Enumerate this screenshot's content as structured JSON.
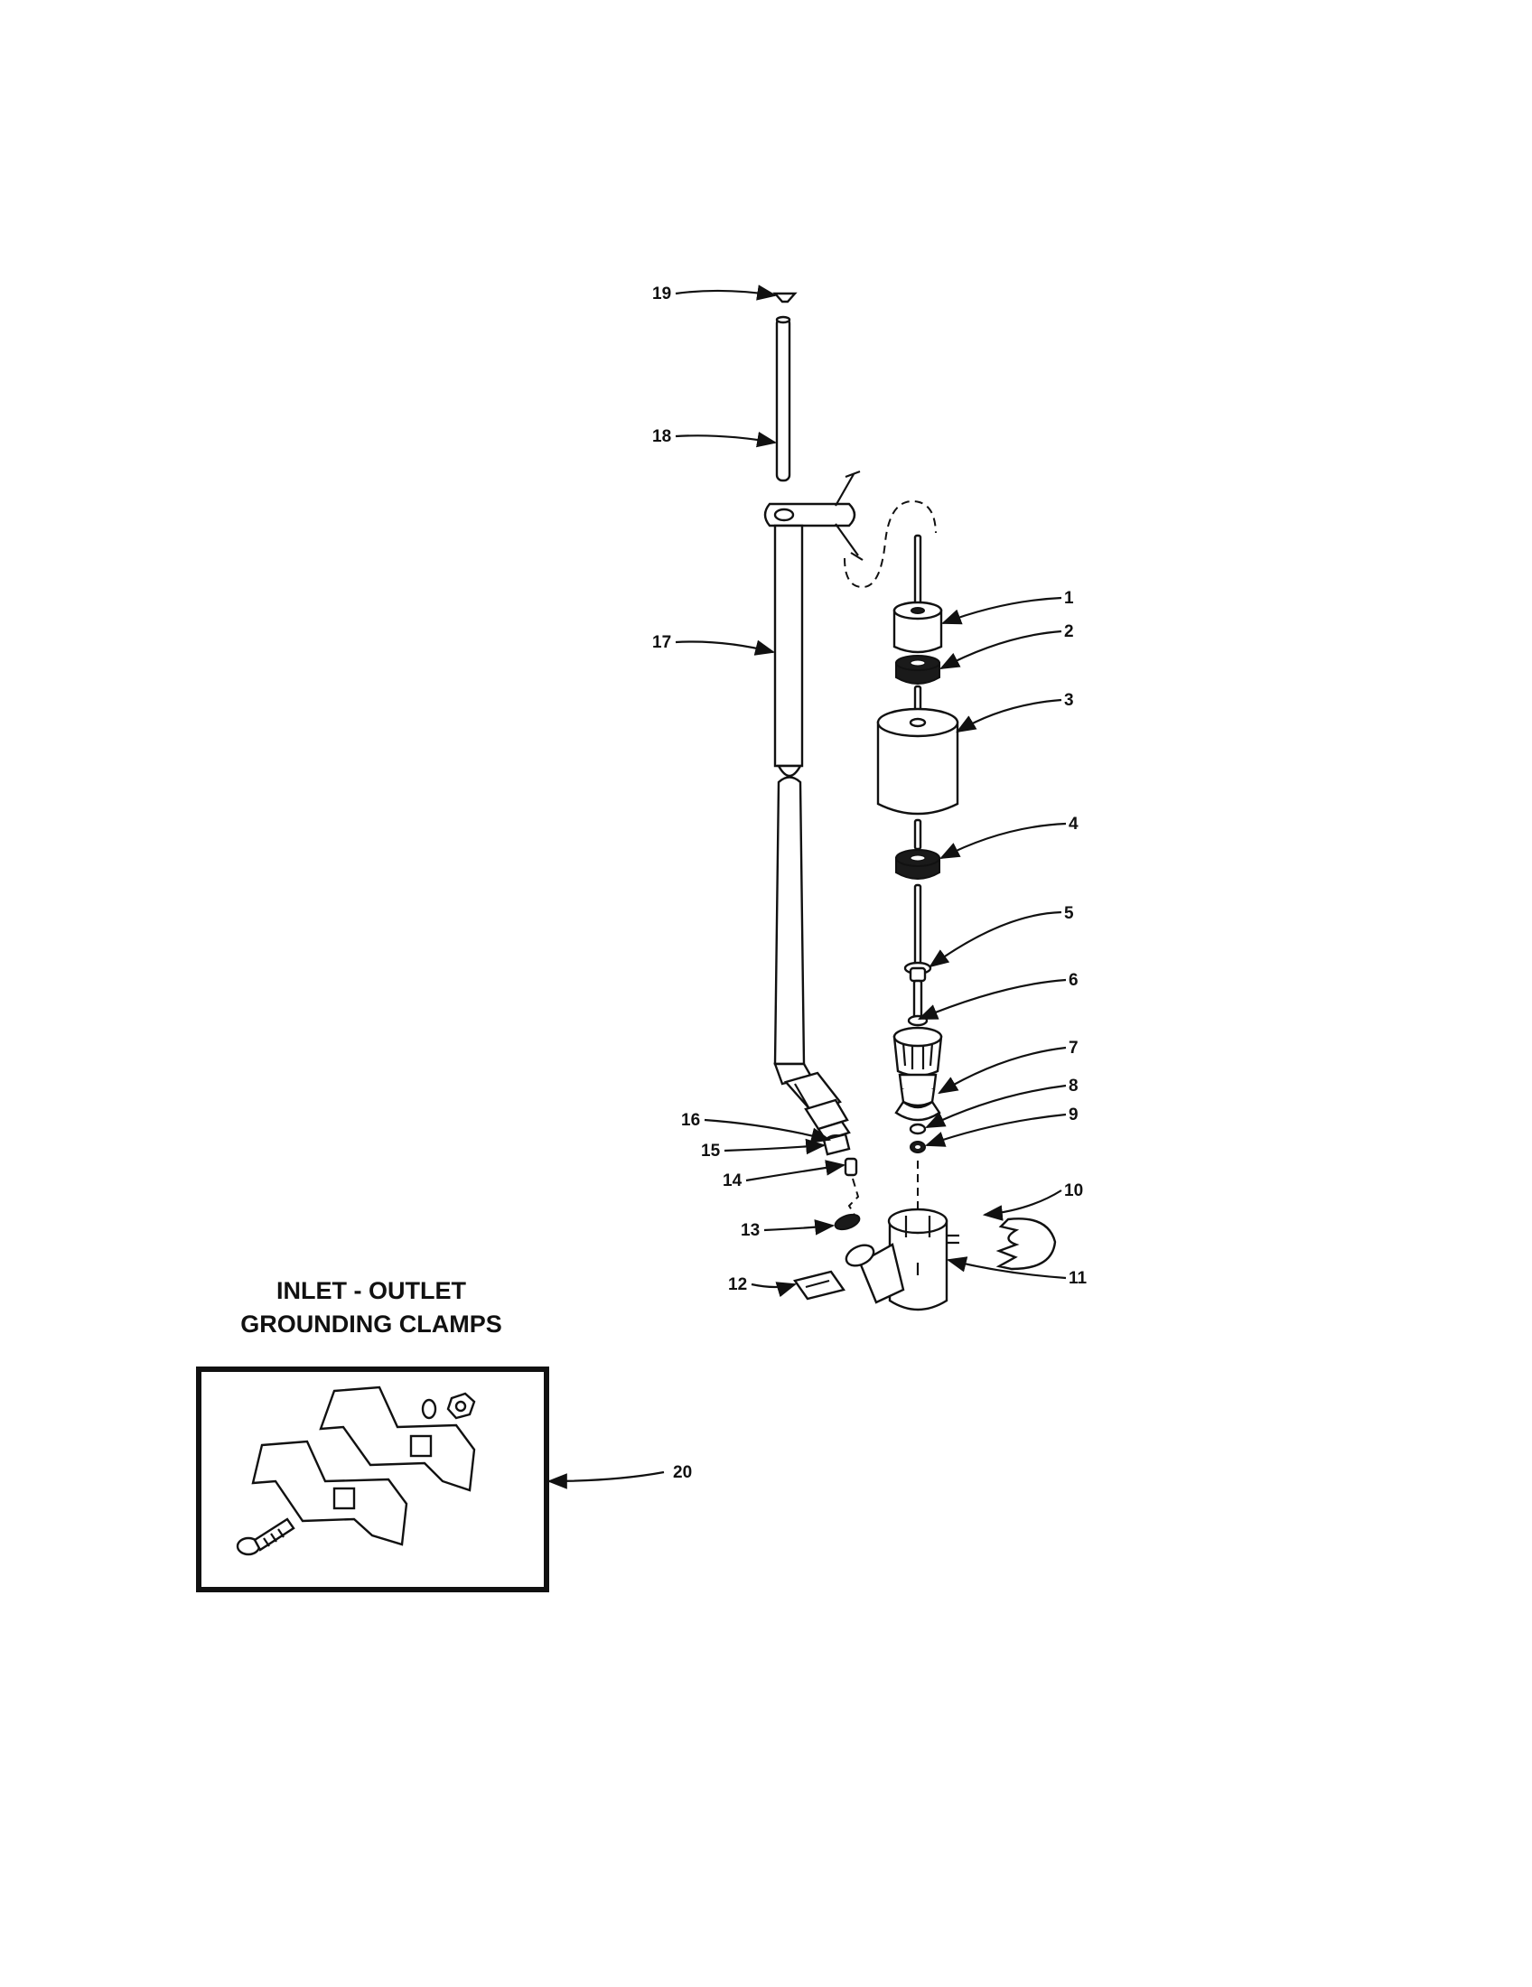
{
  "inset": {
    "title_line1": "INLET - OUTLET",
    "title_line2": "GROUNDING CLAMPS"
  },
  "parts": [
    {
      "number": "1"
    },
    {
      "number": "2"
    },
    {
      "number": "3"
    },
    {
      "number": "4"
    },
    {
      "number": "5"
    },
    {
      "number": "6"
    },
    {
      "number": "7"
    },
    {
      "number": "8"
    },
    {
      "number": "9"
    },
    {
      "number": "10"
    },
    {
      "number": "11"
    },
    {
      "number": "12"
    },
    {
      "number": "13"
    },
    {
      "number": "14"
    },
    {
      "number": "15"
    },
    {
      "number": "16"
    },
    {
      "number": "17"
    },
    {
      "number": "18"
    },
    {
      "number": "19"
    },
    {
      "number": "20"
    }
  ]
}
